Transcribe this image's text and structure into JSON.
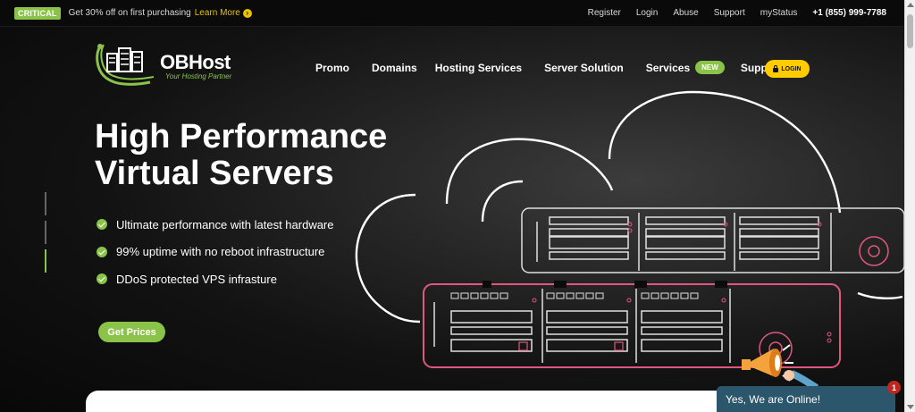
{
  "topbar": {
    "badge": "CRITICAL",
    "promo_text": "Get 30% off on first purchasing",
    "learn_more": "Learn More",
    "links": [
      "Register",
      "Login",
      "Abuse",
      "Support",
      "myStatus"
    ],
    "phone": "+1 (855) 999-7788"
  },
  "logo": {
    "name": "OBHost",
    "tagline": "Your Hosting Partner"
  },
  "nav": {
    "items": [
      "Promo",
      "Domains",
      "Hosting Services",
      "Server Solution",
      "Services",
      "Support"
    ],
    "new_badge": "NEW",
    "login": "LOGIN"
  },
  "hero": {
    "headline_line1": "High Performance",
    "headline_line2": "Virtual Servers",
    "features": [
      "Ultimate performance with latest hardware",
      "99% uptime with no reboot infrastructure",
      "DDoS protected VPS infrasture"
    ],
    "cta": "Get Prices"
  },
  "chat": {
    "label": "Yes, We are Online!",
    "count": "1"
  },
  "colors": {
    "accent": "#8bc34a",
    "login": "#ffcc00",
    "chat": "#2b566b",
    "server_pink": "#e0567f"
  }
}
